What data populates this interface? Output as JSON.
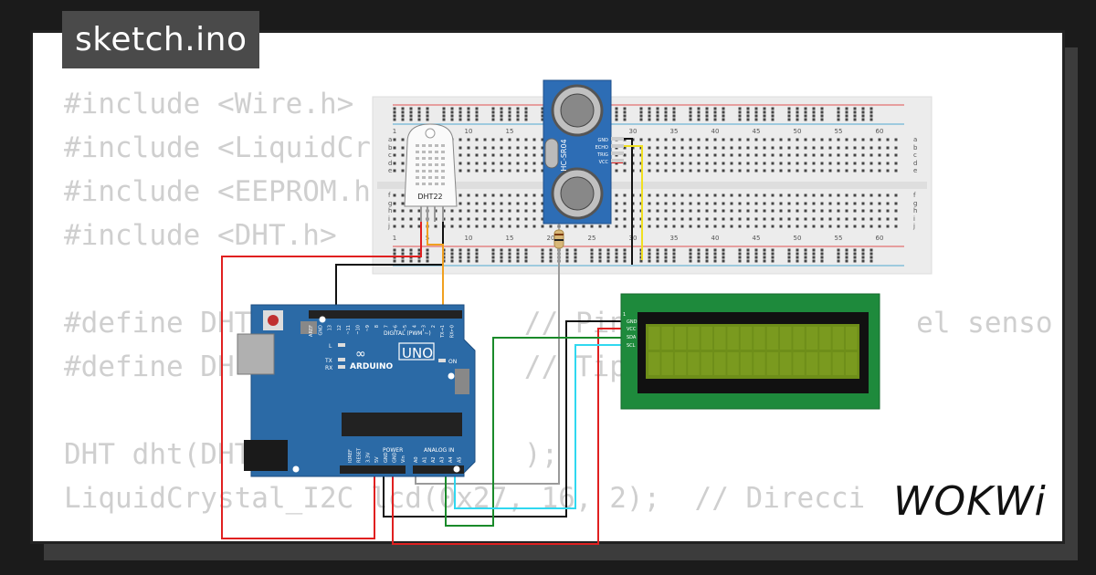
{
  "file_tab": {
    "label": "sketch.ino"
  },
  "code_lines": [
    "#include <Wire.h>",
    "#include <LiquidCr",
    "#include <EEPROM.h",
    "#include <DHT.h>",
    "",
    "#define DHT                // Pin d               el senso",
    "#define DH                 // Tipo",
    "",
    "DHT dht(DHT                );",
    "LiquidCrystal_I2C lcd(0x27, 16, 2);  // Direcci"
  ],
  "brand": {
    "logo_text": "WOKWi"
  },
  "breadboard": {
    "column_numbers": [
      "1",
      "5",
      "10",
      "15",
      "20",
      "25",
      "30",
      "35",
      "40",
      "45",
      "50",
      "55",
      "60"
    ],
    "row_letters_top": [
      "a",
      "b",
      "c",
      "d",
      "e"
    ],
    "row_letters_bottom": [
      "f",
      "g",
      "h",
      "i",
      "j"
    ]
  },
  "dht22": {
    "label": "DHT22"
  },
  "ultrasonic": {
    "label": "HC-SR04",
    "pins": [
      "VCC",
      "TRIG",
      "ECHO",
      "GND"
    ]
  },
  "arduino": {
    "brand": "ARDUINO",
    "model": "UNO",
    "digital_label": "DIGITAL (PWM ~)",
    "analog_label": "ANALOG IN",
    "power_label": "POWER",
    "on_label": "ON",
    "led_labels": [
      "L",
      "TX",
      "RX"
    ],
    "top_pins": [
      "AREF",
      "GND",
      "13",
      "12",
      "~11",
      "~10",
      "~9",
      "8",
      "7",
      "~6",
      "~5",
      "4",
      "~3",
      "2",
      "TX→1",
      "RX←0"
    ],
    "power_pins": [
      "IOREF",
      "RESET",
      "3.3V",
      "5V",
      "GND",
      "GND",
      "Vin"
    ],
    "analog_pins": [
      "A0",
      "A1",
      "A2",
      "A3",
      "A4",
      "A5"
    ]
  },
  "lcd": {
    "pins": [
      "GND",
      "VCC",
      "SDA",
      "SCL"
    ],
    "pin1_label": "1"
  },
  "colors": {
    "card_bg": "#ffffff",
    "code_text": "#cfcfcf",
    "board_blue": "#2b6aa6",
    "lcd_green": "#1e8a3c",
    "lcd_screen": "#6e8e19"
  }
}
